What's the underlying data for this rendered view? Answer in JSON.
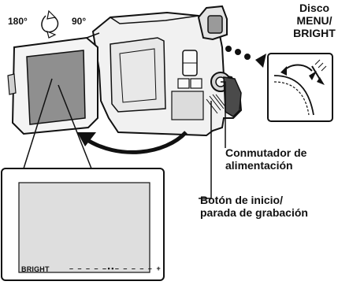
{
  "labels": {
    "disc": [
      "Disco",
      "MENU/",
      "BRIGHT"
    ],
    "power_switch": [
      "Conmutador de",
      "alimentación"
    ],
    "rec_button": [
      "Botón de inicio/",
      "parada de grabación"
    ],
    "angle_180": "180°",
    "angle_90": "90°"
  },
  "screen": {
    "bright_label": "BRIGHT",
    "bright_scale": "– – – – –▪▪– – – – – +"
  }
}
